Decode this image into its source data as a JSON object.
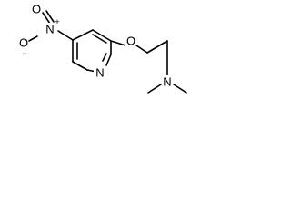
{
  "molecule": {
    "atoms": {
      "nitro_o_top": "O",
      "nitro_o_minus": "O",
      "nitro_n": "N",
      "ring_n": "N",
      "ether_o": "O",
      "amine_n": "N"
    },
    "charges": {
      "nitro_n": "+",
      "nitro_o_minus": "−"
    }
  }
}
